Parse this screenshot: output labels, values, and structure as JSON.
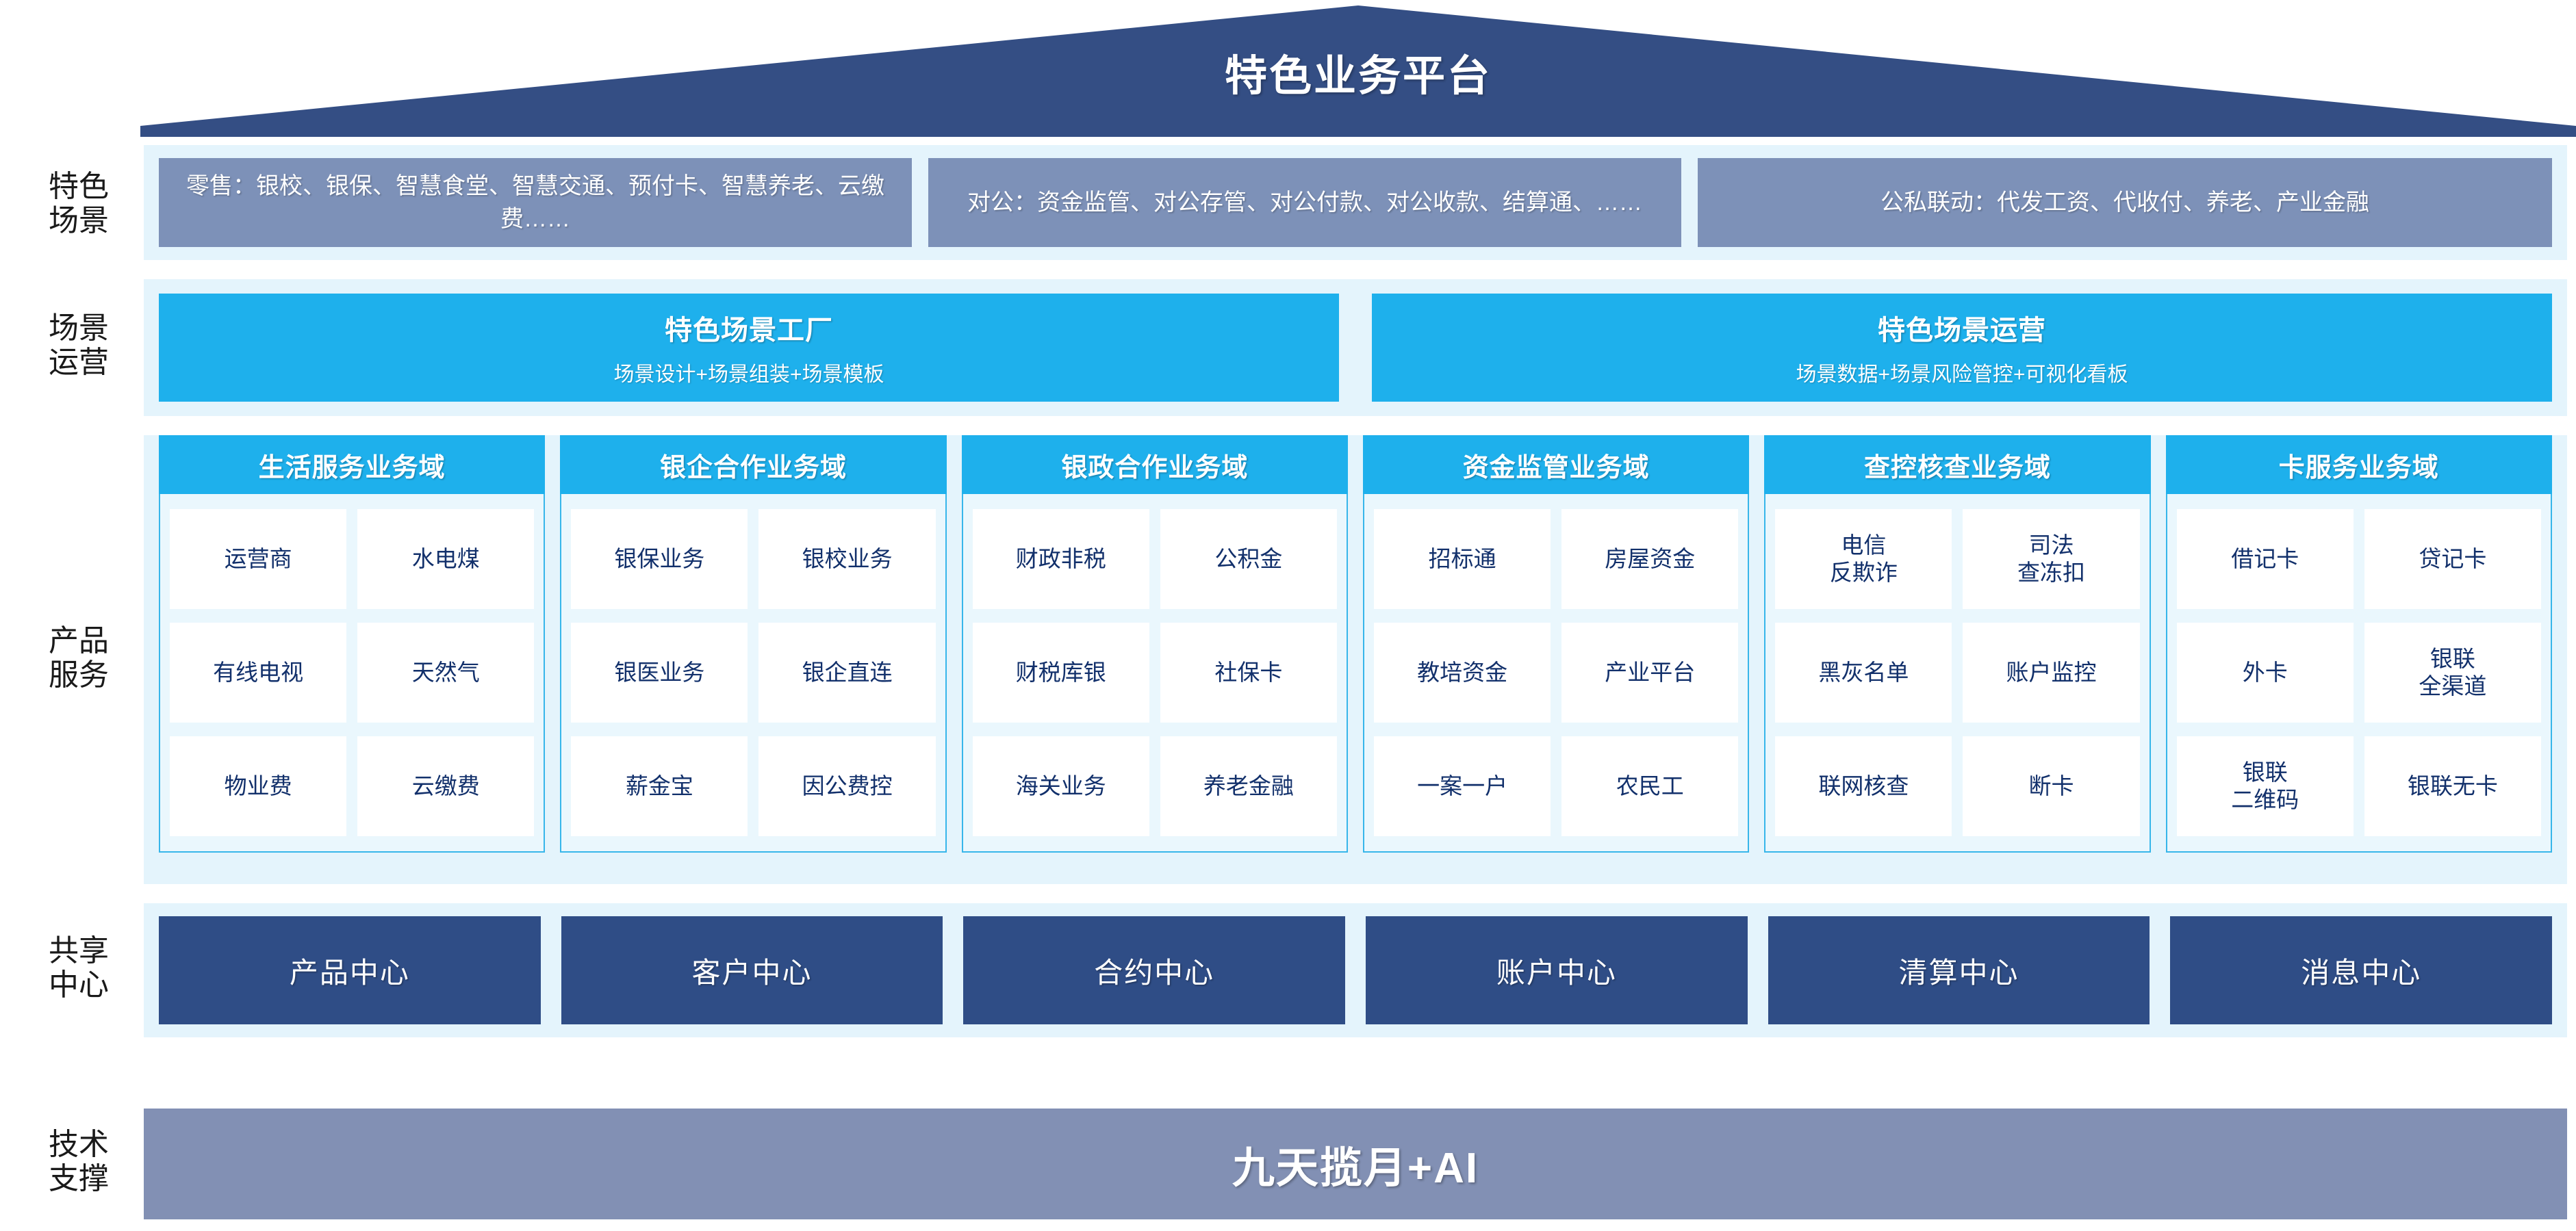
{
  "header": {
    "title": "特色业务平台",
    "roof_color": "#344e84"
  },
  "row_labels": {
    "scenario": "特色\n场景",
    "operation": "场景\n运营",
    "product": "产品\n服务",
    "center": "共享\n中心",
    "tech": "技术\n支撑"
  },
  "scenario_band": {
    "band_bg": "#e4f4fc",
    "box_color": "#7d91b8",
    "boxes": [
      {
        "text": "零售：银校、银保、智慧食堂、智慧交通、预付卡、智慧养老、云缴费……"
      },
      {
        "text": "对公：资金监管、对公存管、对公付款、对公收款、结算通、……"
      },
      {
        "text": "公私联动：代发工资、代收付、养老、产业金融"
      }
    ]
  },
  "operation_band": {
    "accent": "#1eb0ec",
    "boxes": [
      {
        "title": "特色场景工厂",
        "subtitle": "场景设计+场景组装+场景模板"
      },
      {
        "title": "特色场景运营",
        "subtitle": "场景数据+场景风险管控+可视化看板"
      }
    ]
  },
  "product_band": {
    "head_color": "#1eb0ec",
    "cell_text_color": "#12306b",
    "domains": [
      {
        "title": "生活服务业务域",
        "cells": [
          "运营商",
          "水电煤",
          "有线电视",
          "天然气",
          "物业费",
          "云缴费"
        ]
      },
      {
        "title": "银企合作业务域",
        "cells": [
          "银保业务",
          "银校业务",
          "银医业务",
          "银企直连",
          "薪金宝",
          "因公费控"
        ]
      },
      {
        "title": "银政合作业务域",
        "cells": [
          "财政非税",
          "公积金",
          "财税库银",
          "社保卡",
          "海关业务",
          "养老金融"
        ]
      },
      {
        "title": "资金监管业务域",
        "cells": [
          "招标通",
          "房屋资金",
          "教培资金",
          "产业平台",
          "一案一户",
          "农民工"
        ]
      },
      {
        "title": "查控核查业务域",
        "cells": [
          "电信\n反欺诈",
          "司法\n查冻扣",
          "黑灰名单",
          "账户监控",
          "联网核查",
          "断卡"
        ]
      },
      {
        "title": "卡服务业务域",
        "cells": [
          "借记卡",
          "贷记卡",
          "外卡",
          "银联\n全渠道",
          "银联\n二维码",
          "银联无卡"
        ]
      }
    ]
  },
  "center_band": {
    "box_color": "#2f4d86",
    "boxes": [
      "产品中心",
      "客户中心",
      "合约中心",
      "账户中心",
      "清算中心",
      "消息中心"
    ]
  },
  "tech_band": {
    "bar_color": "#8290b4",
    "text": "九天揽月+AI"
  }
}
